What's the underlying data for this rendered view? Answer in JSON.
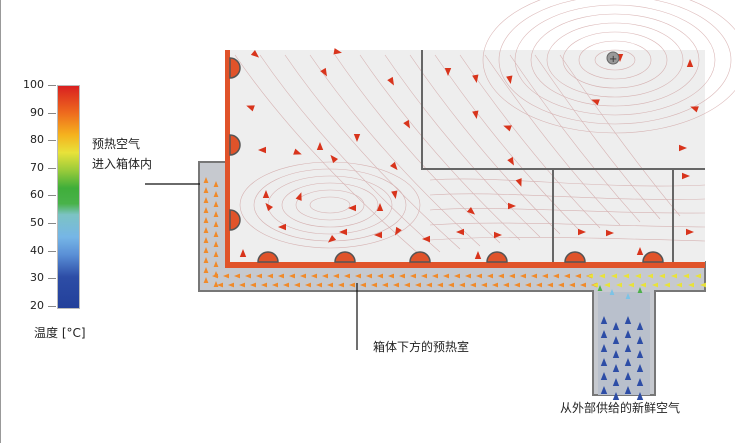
{
  "legend": {
    "title": "温度 [°C]",
    "ticks": [
      "100",
      "90",
      "80",
      "70",
      "60",
      "50",
      "40",
      "30",
      "20"
    ],
    "min": 20,
    "max": 100
  },
  "annotations": {
    "preheated_air_line1": "预热空气",
    "preheated_air_line2": "进入箱体内",
    "preheat_chamber": "箱体下方的预热室",
    "fresh_air": "从外部供给的新鲜空气"
  },
  "colors": {
    "wall": "#e0532a",
    "chamber": "#c6c9cf",
    "interior": "#eeeeee",
    "partition": "#666666",
    "arrow_hot": "#d8341c",
    "arrow_warm": "#f08a2a",
    "arrow_cool": "#2d4da6"
  }
}
